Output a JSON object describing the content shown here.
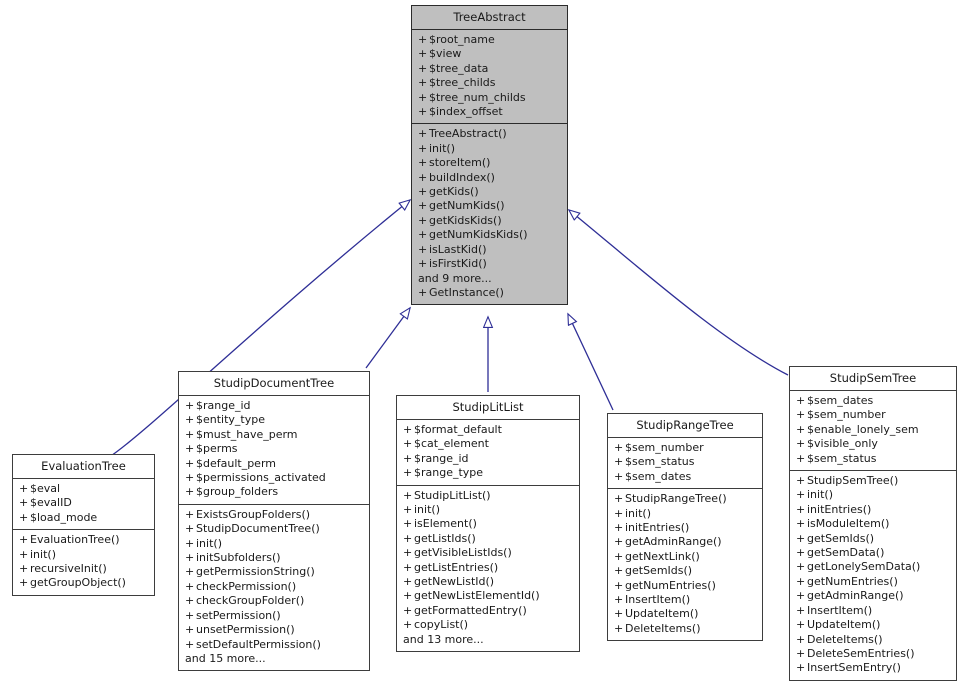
{
  "diagram": {
    "kind": "uml-class-inheritance-diagram",
    "root": "TreeAbstract",
    "edge_color": "#2e2e96",
    "base_fill": "#bfbfbf",
    "derived_fill": "#ffffff",
    "border_color": "#3d3d3d",
    "text_color": "#191919"
  },
  "classes": {
    "tree_abstract": {
      "name": "TreeAbstract",
      "attributes": [
        "+ $root_name",
        "+ $view",
        "+ $tree_data",
        "+ $tree_childs",
        "+ $tree_num_childs",
        "+ $index_offset"
      ],
      "methods": [
        "+ TreeAbstract()",
        "+ init()",
        "+ storeItem()",
        "+ buildIndex()",
        "+ getKids()",
        "+ getNumKids()",
        "+ getKidsKids()",
        "+ getNumKidsKids()",
        "+ isLastKid()",
        "+ isFirstKid()",
        "and 9 more...",
        "+ GetInstance()"
      ]
    },
    "evaluation_tree": {
      "name": "EvaluationTree",
      "attributes": [
        "+ $eval",
        "+ $evalID",
        "+ $load_mode"
      ],
      "methods": [
        "+ EvaluationTree()",
        "+ init()",
        "+ recursiveInit()",
        "+ getGroupObject()"
      ]
    },
    "studip_document_tree": {
      "name": "StudipDocumentTree",
      "attributes": [
        "+ $range_id",
        "+ $entity_type",
        "+ $must_have_perm",
        "+ $perms",
        "+ $default_perm",
        "+ $permissions_activated",
        "+ $group_folders"
      ],
      "methods": [
        "+ ExistsGroupFolders()",
        "+ StudipDocumentTree()",
        "+ init()",
        "+ initSubfolders()",
        "+ getPermissionString()",
        "+ checkPermission()",
        "+ checkGroupFolder()",
        "+ setPermission()",
        "+ unsetPermission()",
        "+ setDefaultPermission()",
        "and 15 more..."
      ]
    },
    "studip_lit_list": {
      "name": "StudipLitList",
      "attributes": [
        "+ $format_default",
        "+ $cat_element",
        "+ $range_id",
        "+ $range_type"
      ],
      "methods": [
        "+ StudipLitList()",
        "+ init()",
        "+ isElement()",
        "+ getListIds()",
        "+ getVisibleListIds()",
        "+ getListEntries()",
        "+ getNewListId()",
        "+ getNewListElementId()",
        "+ getFormattedEntry()",
        "+ copyList()",
        "and 13 more..."
      ]
    },
    "studip_range_tree": {
      "name": "StudipRangeTree",
      "attributes": [
        "+ $sem_number",
        "+ $sem_status",
        "+ $sem_dates"
      ],
      "methods": [
        "+ StudipRangeTree()",
        "+ init()",
        "+ initEntries()",
        "+ getAdminRange()",
        "+ getNextLink()",
        "+ getSemIds()",
        "+ getNumEntries()",
        "+ InsertItem()",
        "+ UpdateItem()",
        "+ DeleteItems()"
      ]
    },
    "studip_sem_tree": {
      "name": "StudipSemTree",
      "attributes": [
        "+ $sem_dates",
        "+ $sem_number",
        "+ $enable_lonely_sem",
        "+ $visible_only",
        "+ $sem_status"
      ],
      "methods": [
        "+ StudipSemTree()",
        "+ init()",
        "+ initEntries()",
        "+ isModuleItem()",
        "+ getSemIds()",
        "+ getSemData()",
        "+ getLonelySemData()",
        "+ getNumEntries()",
        "+ getAdminRange()",
        "+ InsertItem()",
        "+ UpdateItem()",
        "+ DeleteItems()",
        "+ DeleteSemEntries()",
        "+ InsertSemEntry()"
      ]
    }
  },
  "inheritance_edges": [
    {
      "from": "EvaluationTree",
      "to": "TreeAbstract"
    },
    {
      "from": "StudipDocumentTree",
      "to": "TreeAbstract"
    },
    {
      "from": "StudipLitList",
      "to": "TreeAbstract"
    },
    {
      "from": "StudipRangeTree",
      "to": "TreeAbstract"
    },
    {
      "from": "StudipSemTree",
      "to": "TreeAbstract"
    }
  ]
}
